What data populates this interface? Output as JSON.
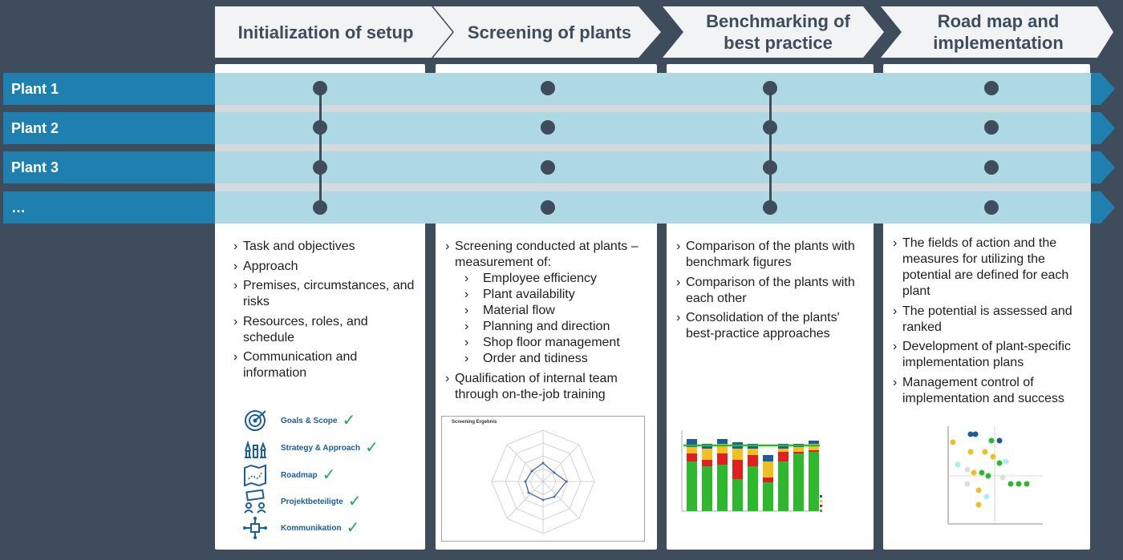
{
  "phases": [
    {
      "title": "Initialization of setup"
    },
    {
      "title": "Screening of plants"
    },
    {
      "title": "Benchmarking of best practice"
    },
    {
      "title": "Road map and implementation"
    }
  ],
  "plants": [
    "Plant 1",
    "Plant 2",
    "Plant 3",
    "…"
  ],
  "columns": {
    "setup": {
      "items": [
        "Task and objectives",
        "Approach",
        "Premises, circumstances, and risks",
        "Resources, roles, and schedule",
        "Communication and information"
      ],
      "icons": [
        {
          "icon": "target-icon",
          "label": "Goals & Scope"
        },
        {
          "icon": "chess-pieces-icon",
          "label": "Strategy & Approach"
        },
        {
          "icon": "map-icon",
          "label": "Roadmap"
        },
        {
          "icon": "stakeholders-icon",
          "label": "Projektbeteiligte"
        },
        {
          "icon": "network-icon",
          "label": "Kommunikation"
        }
      ]
    },
    "screening": {
      "item1": "Screening conducted at plants – measurement of:",
      "subitems": [
        "Employee efficiency",
        "Plant availability",
        "Material flow",
        "Planning and direction",
        "Shop floor management",
        "Order and tidiness"
      ],
      "item2": "Qualification of internal team through on-the-job training",
      "thumbnail_title": "Screening Ergebnis"
    },
    "benchmarking": {
      "items": [
        "Comparison of the plants with benchmark figures",
        "Comparison of the plants with each other",
        "Consolidation of the plants' best-practice approaches"
      ]
    },
    "roadmap": {
      "items": [
        "The fields of action and the measures for utilizing the potential are defined for each plant",
        "The potential is assessed and ranked",
        "Development of plant-specific implementation plans",
        "Management control of implementation and success"
      ]
    }
  },
  "colors": {
    "background": "#3f4c5b",
    "header_fill": "#f2f3f5",
    "plant_band": "#1f7fae",
    "overlay": "#cdecf0",
    "accent_text": "#1a5d9a",
    "check": "#22a36a"
  }
}
